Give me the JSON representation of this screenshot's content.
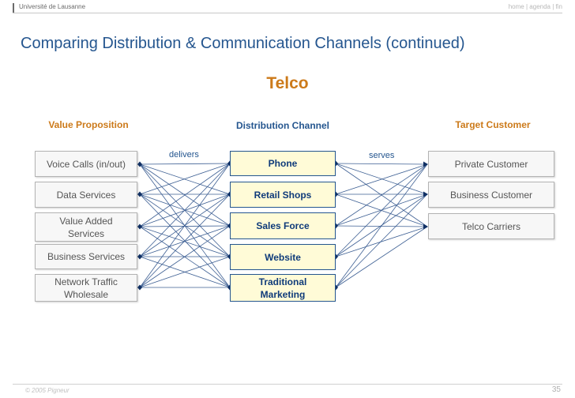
{
  "header": {
    "institution": "Université de Lausanne",
    "nav": [
      "home",
      "agenda",
      "fin"
    ]
  },
  "slide": {
    "title": "Comparing Distribution & Communication Channels (continued)",
    "subtitle": "Telco",
    "columns": {
      "left": "Value Proposition",
      "middle": "Distribution Channel",
      "right": "Target Customer"
    },
    "connector_labels": {
      "left": "delivers",
      "right": "serves"
    },
    "value_propositions": [
      "Voice Calls (in/out)",
      "Data Services",
      "Value Added Services",
      "Business Services",
      "Network Traffic Wholesale"
    ],
    "channels": [
      "Phone",
      "Retail Shops",
      "Sales Force",
      "Website",
      "Traditional Marketing"
    ],
    "customers": [
      "Private Customer",
      "Business Customer",
      "Telco Carriers"
    ]
  },
  "footer": {
    "copyright": "© 2005 Pigneur",
    "page_number": "35"
  },
  "colors": {
    "title_blue": "#25568f",
    "accent_orange": "#cc7a1a",
    "channel_fill": "#fffbd7",
    "line_navy": "#0f2f63"
  }
}
